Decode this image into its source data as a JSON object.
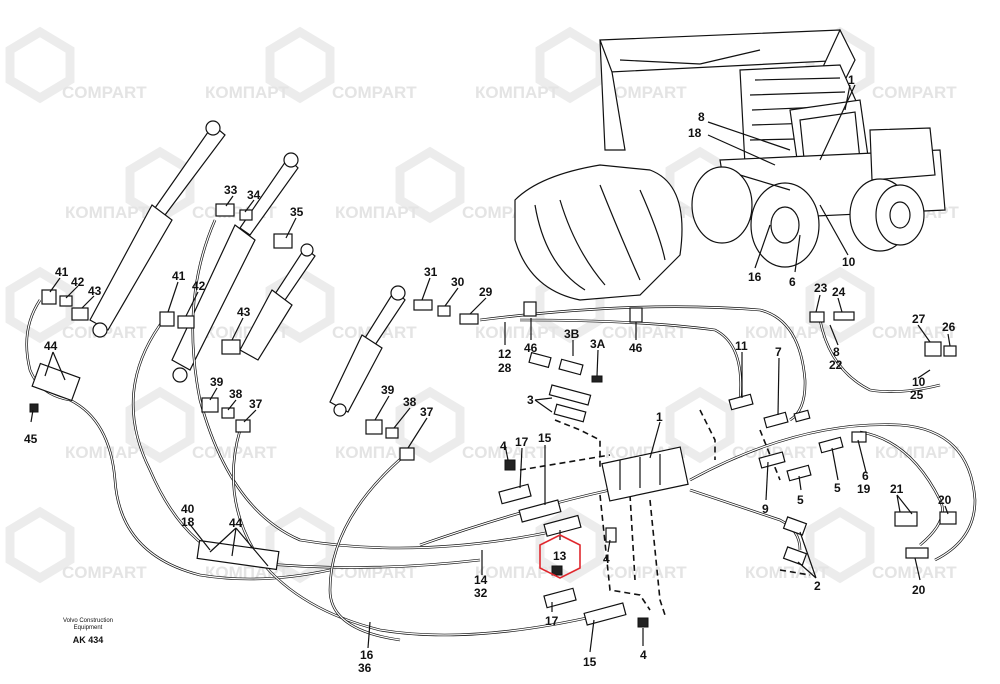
{
  "watermark": {
    "latin": "COMPART",
    "cyrillic": "КОМПАРТ"
  },
  "footer": {
    "manufacturer_line1": "Volvo Construction",
    "manufacturer_line2": "Equipment",
    "code": "AK 434"
  },
  "highlight_color": "#e0282e",
  "callouts": {
    "c1_top": "1",
    "c8_top": "8",
    "c18_top": "18",
    "c16_top": "16",
    "c6_top": "6",
    "c10_top": "10",
    "c33": "33",
    "c34": "34",
    "c35": "35",
    "c41a": "41",
    "c42a": "42",
    "c43a": "43",
    "c44a": "44",
    "c45": "45",
    "c41b": "41",
    "c42b": "42",
    "c43b": "43",
    "c39a": "39",
    "c38a": "38",
    "c37a": "37",
    "c31": "31",
    "c30": "30",
    "c29": "29",
    "c12": "12",
    "c28": "28",
    "c46a": "46",
    "c46b": "46",
    "c3b": "3B",
    "c3a": "3A",
    "c23": "23",
    "c24": "24",
    "c8": "8",
    "c22": "22",
    "c27": "27",
    "c26": "26",
    "c10": "10",
    "c25": "25",
    "c11": "11",
    "c7": "7",
    "c39b": "39",
    "c38b": "38",
    "c37b": "37",
    "c3": "3",
    "c4a": "4",
    "c17a": "17",
    "c15a": "15",
    "c1": "1",
    "c9": "9",
    "c5a": "5",
    "c5b": "5",
    "c6": "6",
    "c19": "19",
    "c21": "21",
    "c20a": "20",
    "c20b": "20",
    "c40": "40",
    "c18": "18",
    "c44b": "44",
    "c13": "13",
    "c4b": "4",
    "c2": "2",
    "c14": "14",
    "c32": "32",
    "c17b": "17",
    "c15b": "15",
    "c4c": "4",
    "c16": "16",
    "c36": "36"
  }
}
